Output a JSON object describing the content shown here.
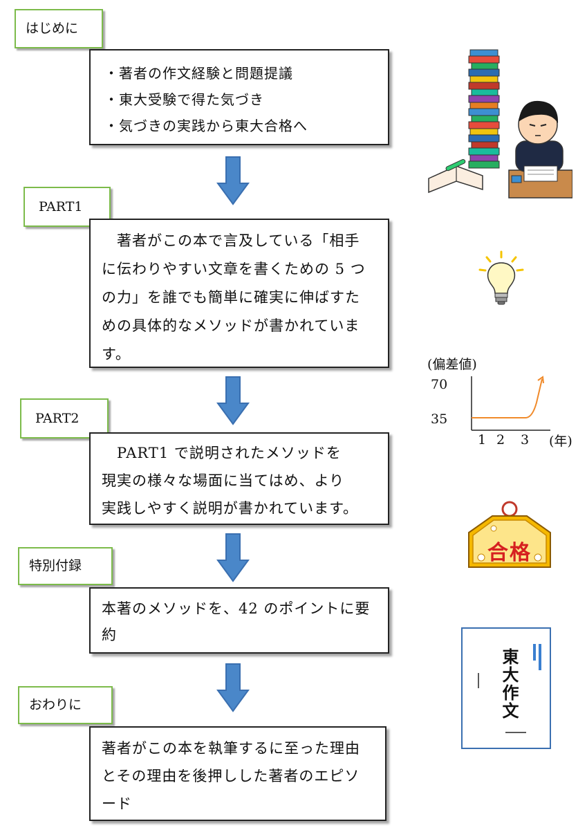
{
  "sections": {
    "intro": {
      "label": "はじめに",
      "items": [
        "・著者の作文経験と問題提議",
        "・東大受験で得た気づき",
        "・気づきの実践から東大合格へ"
      ]
    },
    "part1": {
      "label": "PART1",
      "lines": [
        "著者がこの本で言及している「相手",
        "に伝わりやすい文章を書くための 5 つ",
        "の力」を誰でも簡単に確実に伸ばすた",
        "めの具体的なメソッドが書かれていま",
        "す。"
      ]
    },
    "part2": {
      "label": "PART2",
      "lines": [
        "PART1 で説明されたメソッドを",
        "現実の様々な場面に当てはめ、より",
        "実践しやすく説明が書かれています。"
      ]
    },
    "appendix": {
      "label": "特別付録",
      "lines": [
        "本著のメソッドを、42 のポイントに要",
        "約"
      ]
    },
    "outro": {
      "label": "おわりに",
      "lines": [
        "著者がこの本を執筆するに至った理由",
        "とその理由を後押しした著者のエピソ",
        "ード"
      ]
    }
  },
  "graph": {
    "ylabel": "(偏差値)",
    "xlabel": "(年)",
    "y_ticks": [
      "70",
      "35"
    ],
    "x_ticks": [
      "1",
      "2",
      "3"
    ]
  },
  "ema": {
    "text": "合格"
  },
  "book": {
    "title": "東大作文"
  },
  "colors": {
    "label_border": "#7cbb4a",
    "arrow": "#4a87c9",
    "graph_line": "#f08a2a",
    "book_border": "#3a6fb0"
  }
}
